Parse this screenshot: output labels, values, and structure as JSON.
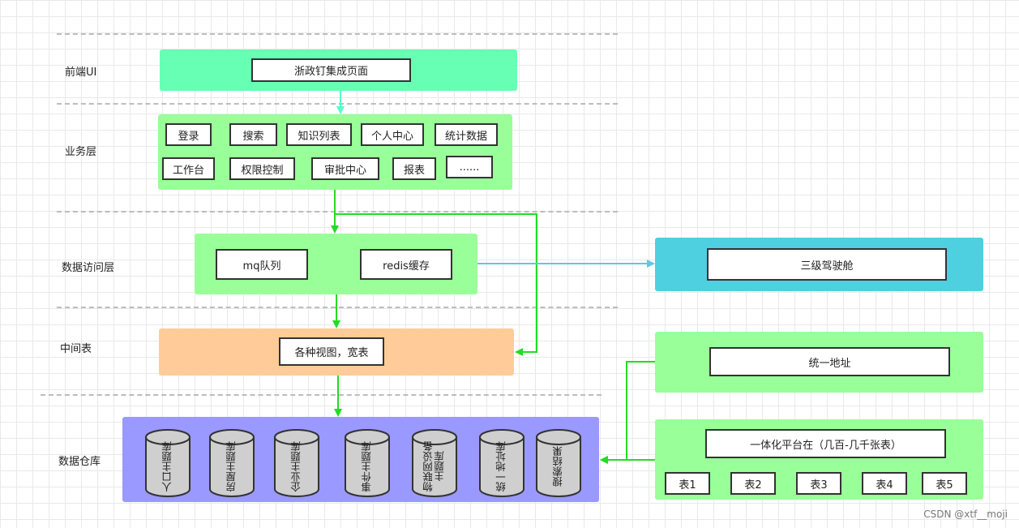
{
  "layers": {
    "frontend": "前端UI",
    "business": "业务层",
    "data_access": "数据访问层",
    "middle": "中间表",
    "warehouse": "数据仓库"
  },
  "frontend_box": "浙政钉集成页面",
  "business_items": [
    "登录",
    "搜索",
    "知识列表",
    "个人中心",
    "统计数据",
    "工作台",
    "权限控制",
    "审批中心",
    "报表",
    "......"
  ],
  "data_access_items": [
    "mq队列",
    "redis缓存"
  ],
  "middle_box": "各种视图，宽表",
  "warehouse_items": [
    "人口主题库",
    "房屋主题库",
    "企业主题库",
    "事件主题库",
    "物联网设备\n主题库",
    "统一地址库",
    "搜索结果"
  ],
  "cockpit": "三级驾驶舱",
  "unified_address": "统一地址",
  "platform": {
    "title": "一体化平台在（几百-几千张表）",
    "tables": [
      "表1",
      "表2",
      "表3",
      "表4",
      "表5"
    ]
  },
  "colors": {
    "frontend": "#66ffb3",
    "light_green": "#99ff99",
    "middle": "#ffcc99",
    "warehouse": "#9999ff",
    "cockpit": "#4fd0e0",
    "arrow_green": "#22dd22",
    "arrow_cyan": "#5fc8e0",
    "arrow_mint": "#55ffcc"
  },
  "watermark": "CSDN @xtf__moji"
}
